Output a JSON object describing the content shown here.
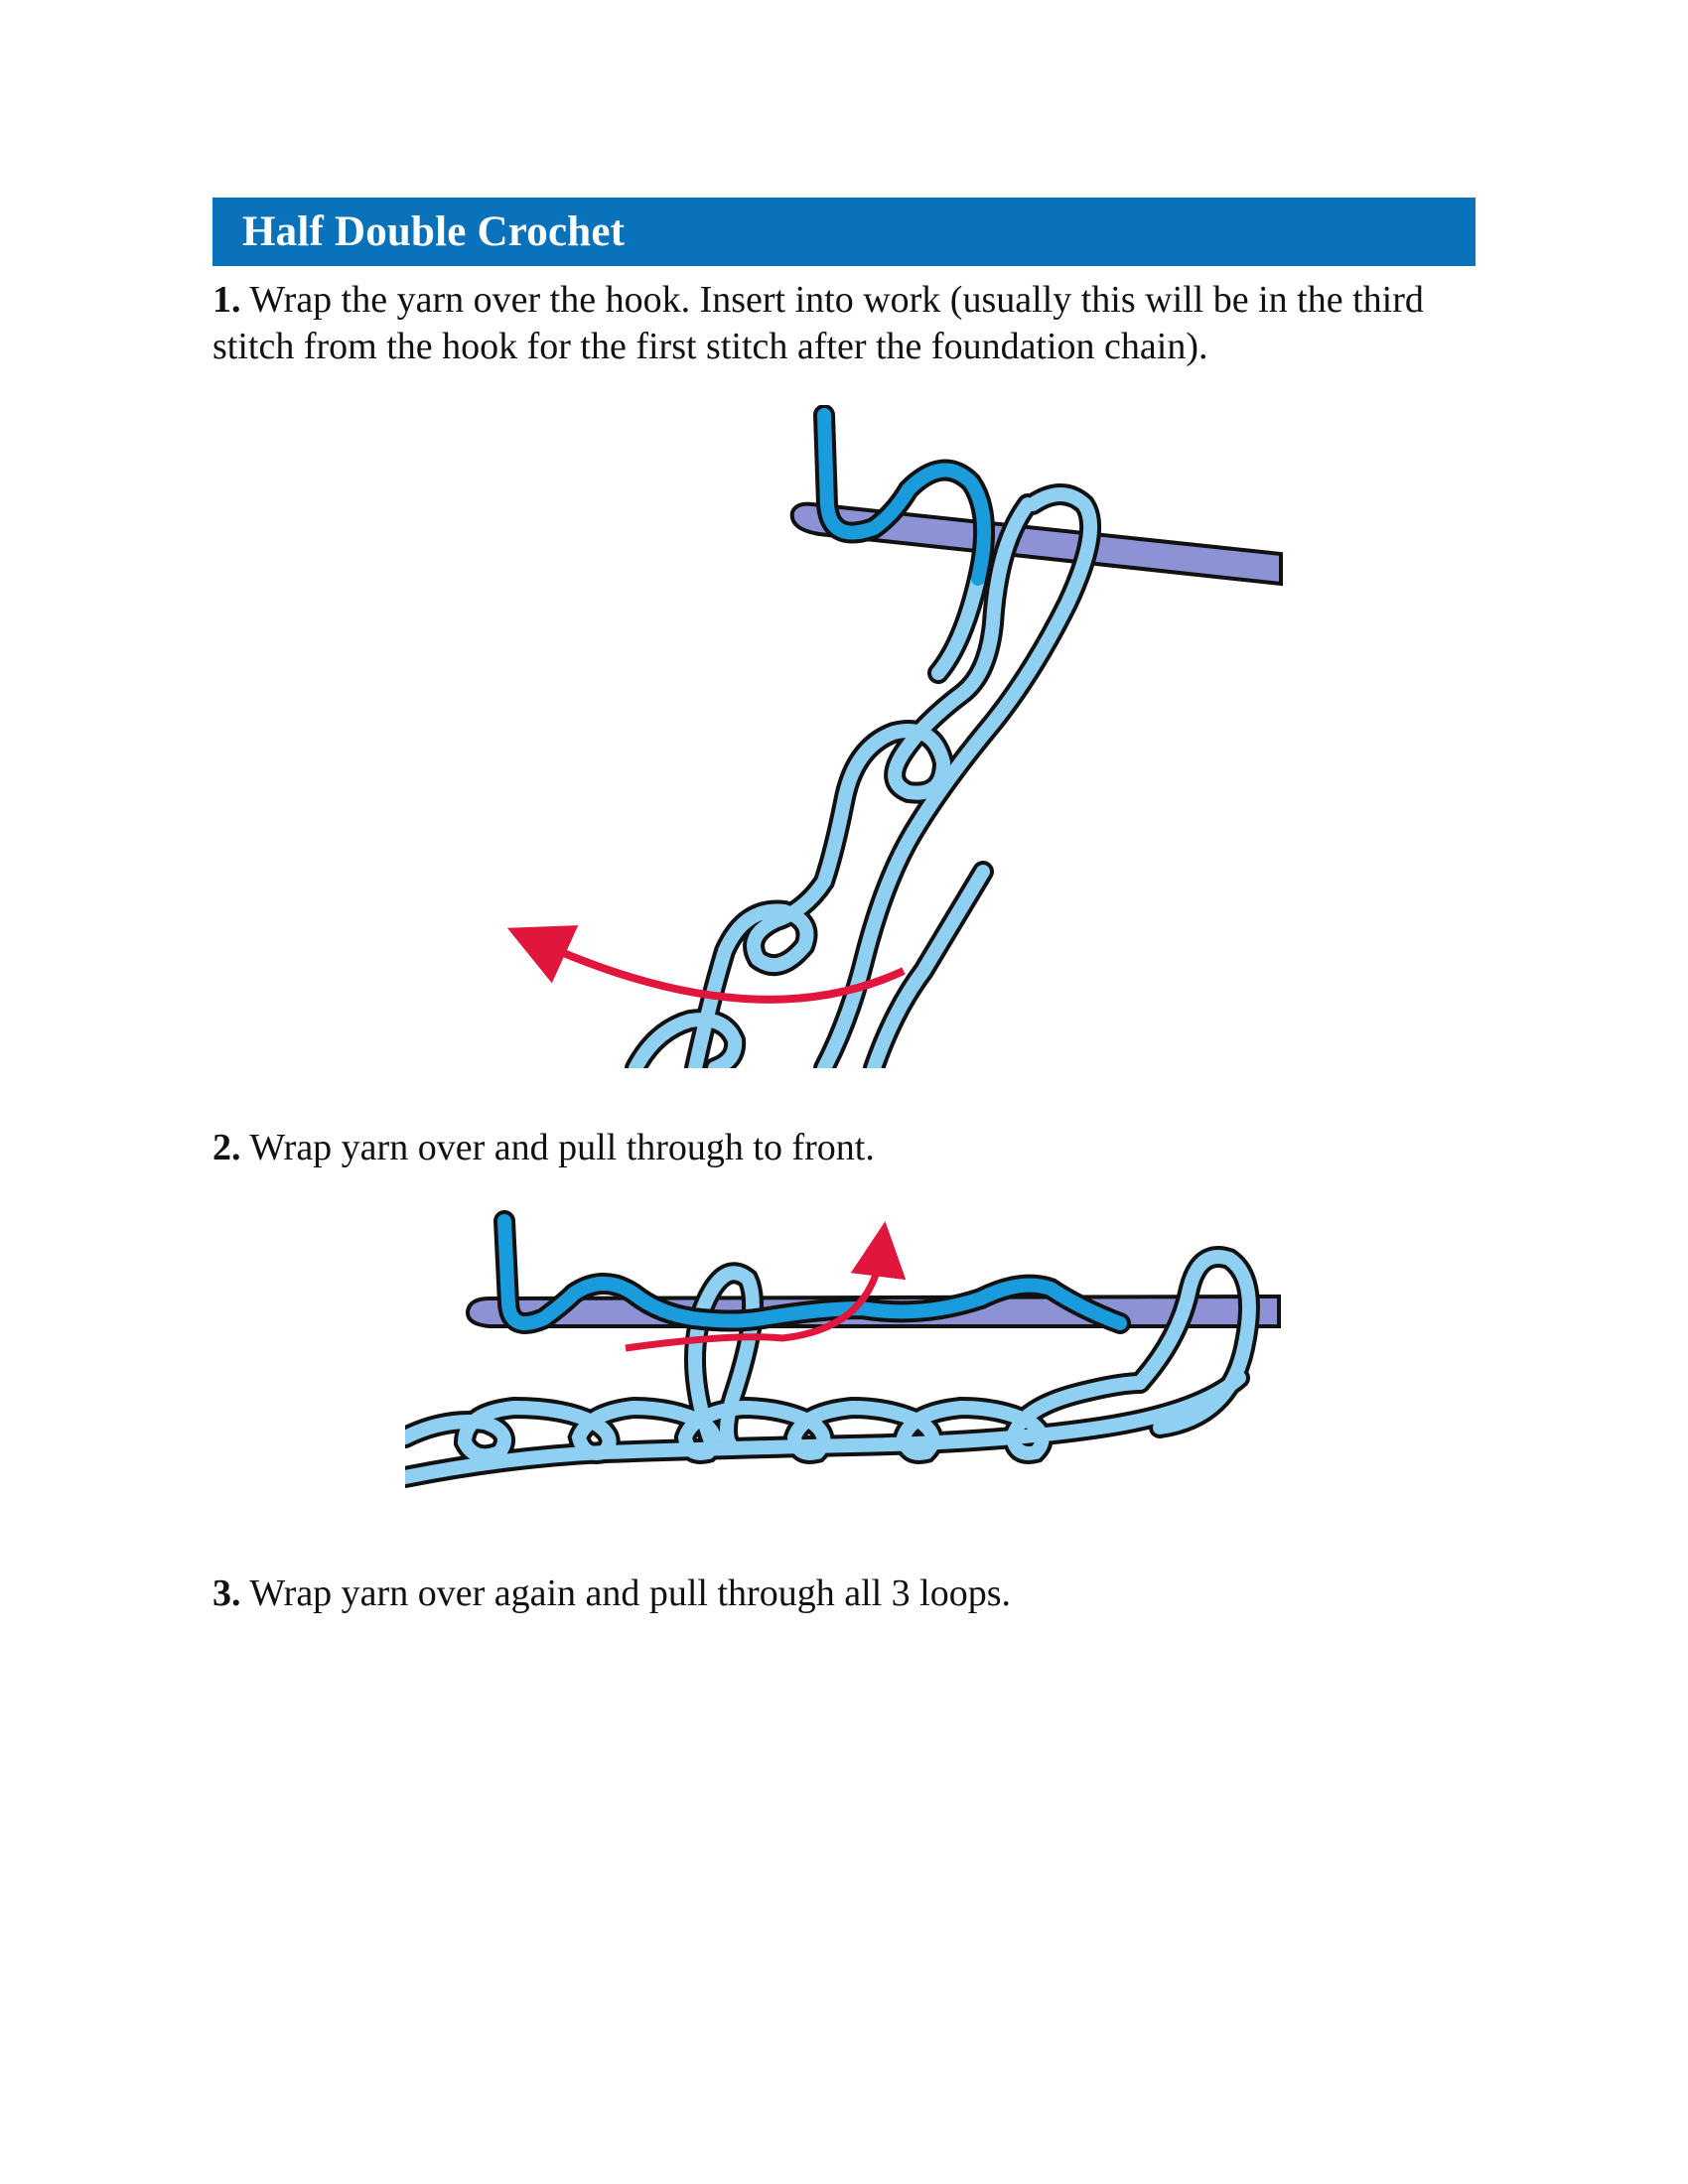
{
  "title": "Half Double Crochet",
  "steps": [
    {
      "number": "1.",
      "text": " Wrap the yarn over the hook. Insert into work (usually this will be in the third stitch from the hook for the first stitch after the foundation chain)."
    },
    {
      "number": "2.",
      "text": " Wrap yarn over and pull through to front."
    },
    {
      "number": "3.",
      "text": " Wrap yarn over again and pull through all 3 loops."
    }
  ],
  "colors": {
    "banner": "#0a72bb",
    "yarn_light": "#8fd0f2",
    "yarn_dark": "#1a9cdc",
    "hook": "#8c92d3",
    "arrow": "#e0163d"
  }
}
